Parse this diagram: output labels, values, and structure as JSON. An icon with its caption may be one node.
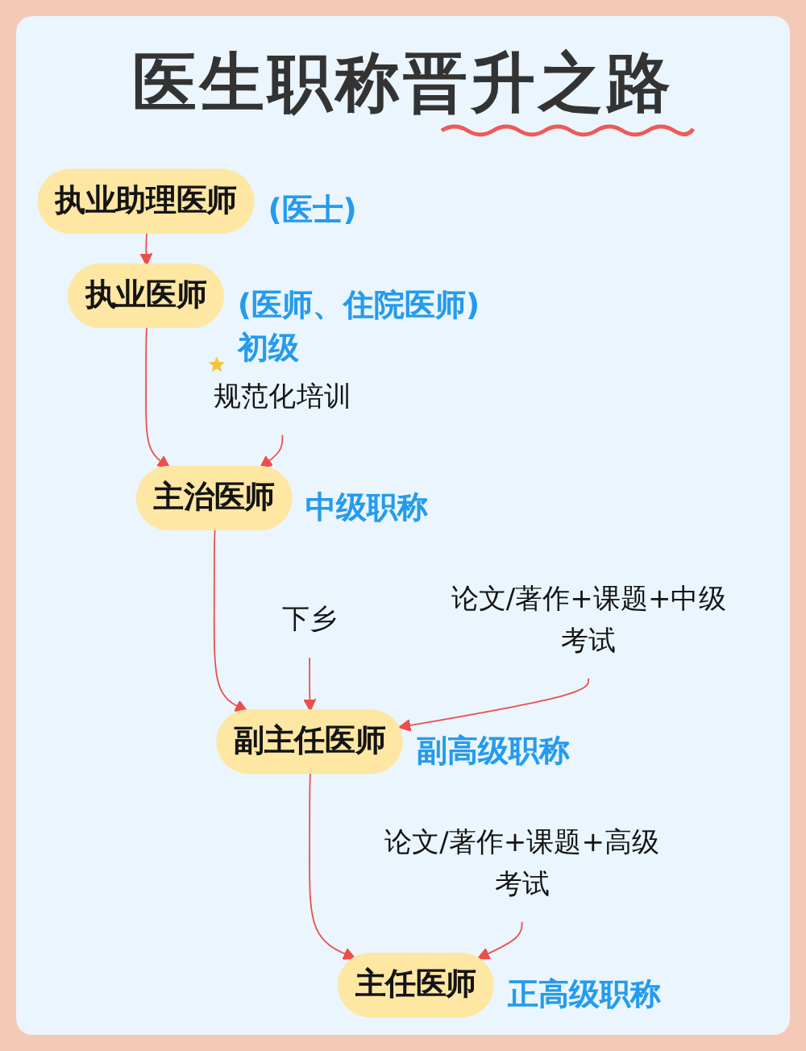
{
  "diagram": {
    "title": "医生职称晋升之路",
    "nodes": [
      {
        "text": [
          "执业助理医师"
        ],
        "beside": [
          "(医士)"
        ]
      },
      {
        "text": [
          "执业医师"
        ],
        "beside": [
          "(医师、住院医师)",
          "初级"
        ]
      },
      {
        "text": [
          "规范化培训"
        ]
      },
      {
        "text": [
          "主治医师"
        ],
        "beside": [
          "中级职称"
        ]
      },
      {
        "text": [
          "下乡"
        ]
      },
      {
        "text": [
          "论文/著作+课题+中级考试"
        ]
      },
      {
        "text": [
          "副主任医师"
        ],
        "beside": [
          "副高级职称"
        ]
      },
      {
        "text": [
          "论文/著作+课题+高级考试"
        ]
      },
      {
        "text": [
          "主任医师"
        ],
        "beside": [
          "正高级职称"
        ]
      }
    ],
    "edges": [
      {
        "from": 0,
        "to": 1,
        "arrow": "to"
      },
      {
        "from": 1,
        "to": 3,
        "arrow": "to"
      },
      {
        "from": 2,
        "to": 3,
        "arrow": "to"
      },
      {
        "from": 3,
        "to": 6,
        "arrow": "to"
      },
      {
        "from": 4,
        "to": 6,
        "arrow": "to"
      },
      {
        "from": 5,
        "to": 6,
        "arrow": "to"
      },
      {
        "from": 6,
        "to": 8,
        "arrow": "to"
      },
      {
        "from": 7,
        "to": 8,
        "arrow": "to"
      }
    ]
  }
}
